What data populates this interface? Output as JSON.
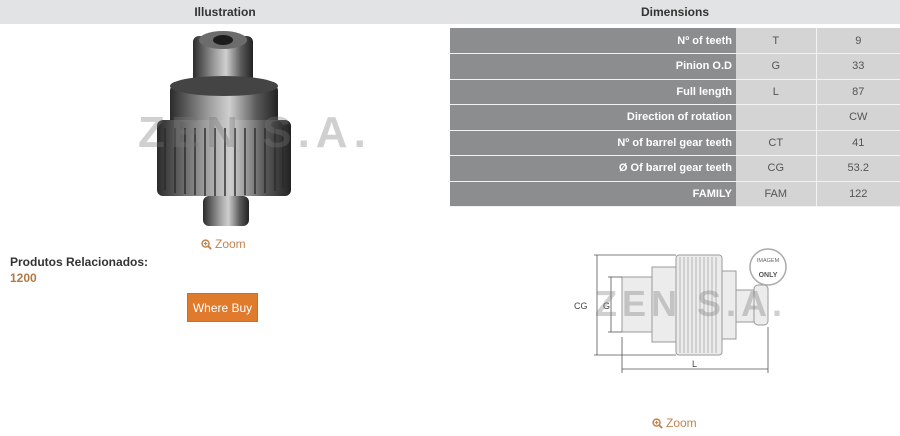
{
  "illustration": {
    "header": "Illustration",
    "watermark": "ZEN S.A.",
    "zoom_label": "Zoom",
    "related_label": "Produtos Relacionados:",
    "related_items": [
      "1200"
    ],
    "where_buy_label": "Where Buy"
  },
  "dimensions": {
    "header": "Dimensions",
    "rows": [
      {
        "label": "Nº of teeth",
        "code": "T",
        "value": "9"
      },
      {
        "label": "Pinion O.D",
        "code": "G",
        "value": "33"
      },
      {
        "label": "Full length",
        "code": "L",
        "value": "87"
      },
      {
        "label": "Direction of rotation",
        "code": "",
        "value": "CW"
      },
      {
        "label": "Nº of barrel gear teeth",
        "code": "CT",
        "value": "41"
      },
      {
        "label": "Ø Of barrel gear teeth",
        "code": "CG",
        "value": "53.2"
      },
      {
        "label": "FAMILY",
        "code": "FAM",
        "value": "122"
      }
    ],
    "drawing": {
      "label_cg": "CG",
      "label_g": "G",
      "label_l": "L",
      "badge_top": "IMAGEM",
      "badge_bottom": "ONLY",
      "watermark": "ZEN S.A."
    },
    "zoom_label": "Zoom"
  },
  "colors": {
    "accent_orange": "#e07a2c",
    "link_brown": "#c0834e",
    "table_label_bg": "#8c8d8f",
    "table_value_bg": "#d4d4d5",
    "header_bg": "#e2e3e4"
  }
}
